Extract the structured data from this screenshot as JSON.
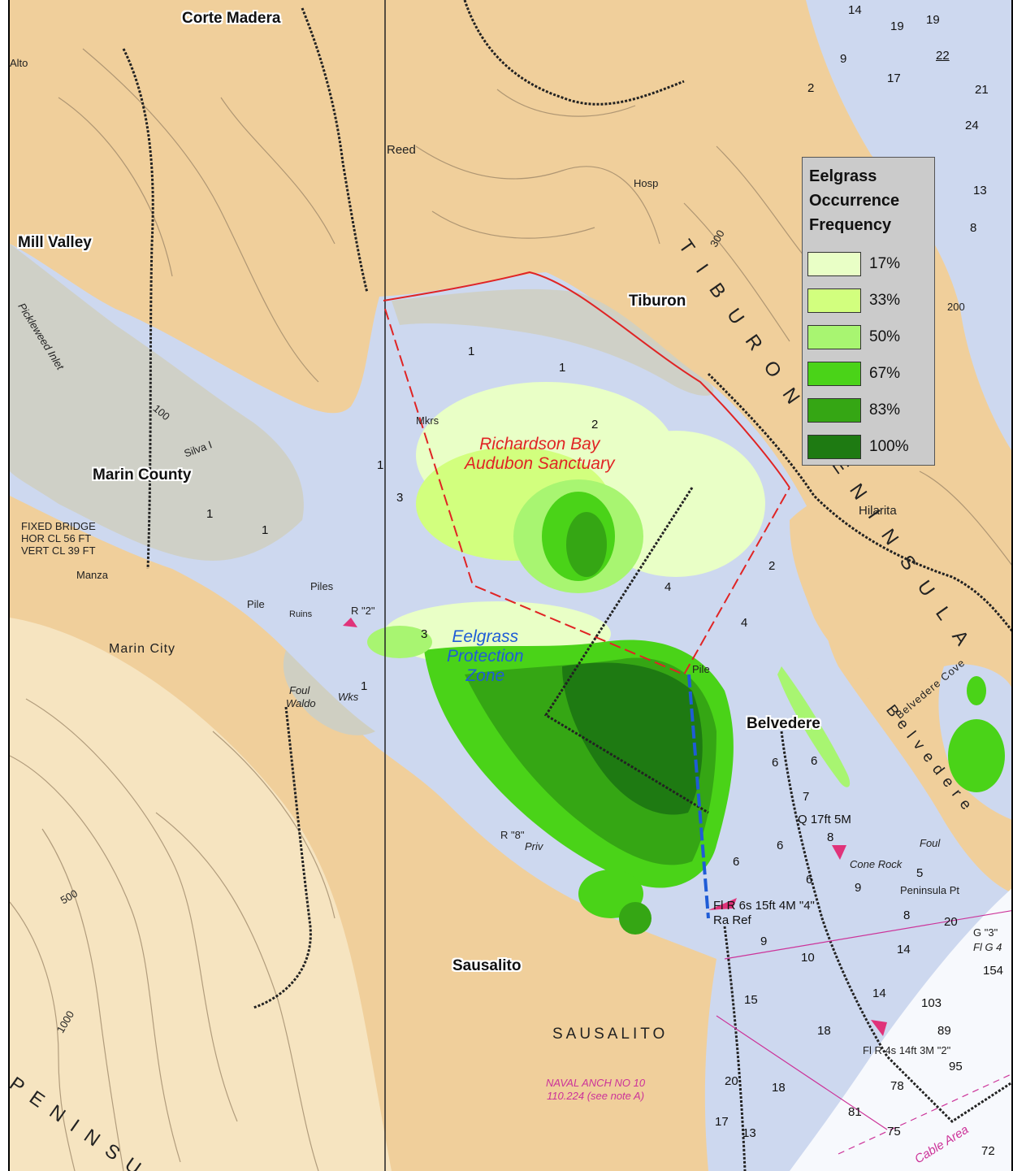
{
  "map": {
    "places": {
      "corte_madera": "Corte Madera",
      "mill_valley": "Mill Valley",
      "marin_county": "Marin County",
      "tiburon": "Tiburon",
      "belvedere": "Belvedere",
      "sausalito": "Sausalito",
      "marin_city": "Marin City",
      "sausalito_caps": "SAUSALITO",
      "reed": "Reed",
      "hosp": "Hosp",
      "hilarita": "Hilarita",
      "manza": "Manza",
      "waldo": "Waldo",
      "belvedere_cove": "Belvedere Cove",
      "belvedere_water": "Belvedere",
      "peninsula_pt": "Peninsula Pt",
      "cone_rock": "Cone Rock",
      "silva": "Silva I",
      "alto": "Alto",
      "inlet": "Pickleweed Inlet",
      "tiburon_peninsula": "TIBURON PENINSULA",
      "peninsula_bottom": "PENINSU",
      "cable_area": "Cable Area",
      "mkrs": "Mkrs"
    },
    "zones": {
      "sanctuary_line1": "Richardson Bay",
      "sanctuary_line2": "Audubon Sanctuary",
      "protection_line1": "Eelgrass",
      "protection_line2": "Protection",
      "protection_line3": "Zone"
    },
    "chart_notes": {
      "bridge_line1": "FIXED BRIDGE",
      "bridge_line2": "HOR CL 56 FT",
      "bridge_line3": "VERT CL 39 FT",
      "light_cone": "Q 17ft 5M",
      "light_fl_line1": "Fl R 6s 15ft 4M \"4\"",
      "light_fl_line2": "Ra Ref",
      "light_fl2": "Fl R 4s 14ft 3M \"2\"",
      "naval_line1": "NAVAL ANCH NO 10",
      "naval_line2": "110.224 (see note A)",
      "g3": "G \"3\"",
      "flg4": "Fl G 4",
      "r8": "R \"8\"",
      "r2": "R \"2\"",
      "priv": "Priv",
      "pile": "Pile",
      "piles": "Piles",
      "ruins": "Ruins",
      "foul": "Foul",
      "wks": "Wks",
      "contour_100": "100",
      "contour_200": "200",
      "contour_300": "300",
      "contour_500": "500",
      "contour_1000": "1000"
    },
    "depths": [
      "19",
      "19",
      "14",
      "22",
      "9",
      "17",
      "21",
      "2",
      "24",
      "13",
      "8",
      "1",
      "1",
      "2",
      "4",
      "4",
      "2",
      "6",
      "6",
      "7",
      "6",
      "6",
      "6",
      "8",
      "9",
      "9",
      "10",
      "14",
      "20",
      "14",
      "15",
      "18",
      "18",
      "17",
      "20",
      "13",
      "103",
      "89",
      "95",
      "78",
      "81",
      "75",
      "72",
      "154",
      "8",
      "1",
      "1",
      "1",
      "1",
      "3",
      "3",
      "5"
    ]
  },
  "legend": {
    "title": "Eelgrass Occurrence Frequency",
    "items": [
      {
        "label": "17%",
        "color": "#e9ffc6"
      },
      {
        "label": "33%",
        "color": "#d2ff7e"
      },
      {
        "label": "50%",
        "color": "#a8f571"
      },
      {
        "label": "67%",
        "color": "#4ad318"
      },
      {
        "label": "83%",
        "color": "#35a614"
      },
      {
        "label": "100%",
        "color": "#1e7a12"
      }
    ]
  },
  "colors": {
    "land": "#f0cf9b",
    "land_light": "#f6e4c0",
    "water": "#cdd8ef",
    "marsh": "#cfcfc2",
    "sanctuary_boundary": "#e02424",
    "protection_boundary": "#1f5cd6"
  }
}
